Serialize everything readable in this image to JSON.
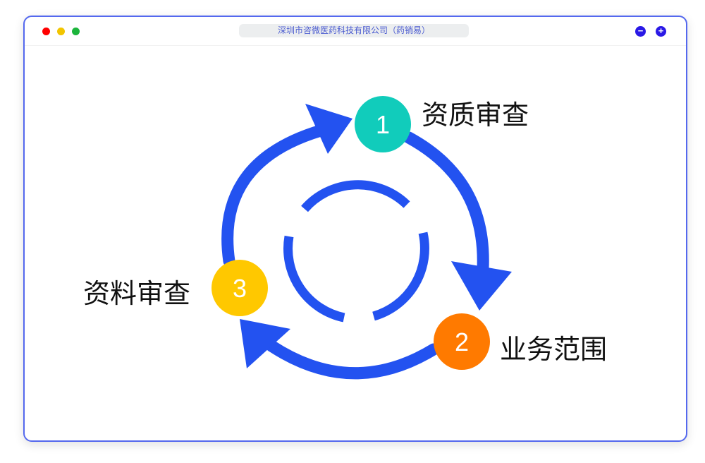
{
  "window": {
    "title": "深圳市咨微医药科技有限公司（药销易）",
    "minimize": "−",
    "maximize": "+"
  },
  "steps": [
    {
      "num": "1",
      "label": "资质审查",
      "color": "#11ccbb"
    },
    {
      "num": "2",
      "label": "业务范围",
      "color": "#ff7a00"
    },
    {
      "num": "3",
      "label": "资料审查",
      "color": "#ffc800"
    }
  ],
  "accent": "#2352f0"
}
